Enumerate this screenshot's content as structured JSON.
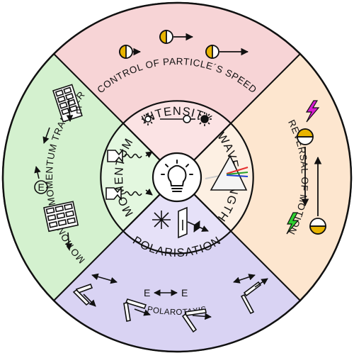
{
  "outer_ring": {
    "top_label": "CONTROL OF PARTICLE´S SPEED",
    "right_label": "REVERSAL OF MOTION",
    "left_label": "MOTION VIA MOMENTUM TRANSFER",
    "bottom_label": "POLAROTAXIS"
  },
  "inner_ring": {
    "top_label": "INTENSITY",
    "right_label": "WAVELENGTH",
    "left_label": "MOMENTUM",
    "bottom_label": "POLARISATION"
  },
  "center": {
    "icon": "lightbulb-icon"
  },
  "field_labels": {
    "left_e": "E",
    "left_e_circled": "E",
    "bottom_e_left": "E",
    "bottom_e_right": "E"
  },
  "colors": {
    "top": "#f7d4d6",
    "top_inner": "#fbe3e4",
    "right": "#fde6cf",
    "right_inner": "#fdf0e3",
    "left": "#d4f1cf",
    "left_inner": "#e3f7df",
    "bottom": "#d9d3f3",
    "bottom_inner": "#e6e1f8",
    "particle_yellow": "#e8b400",
    "lightning_magenta": "#d61bd0",
    "lightning_green": "#2fcf2f",
    "prism_red": "#e53030",
    "prism_green": "#2aa12a",
    "prism_blue": "#2040d0"
  }
}
